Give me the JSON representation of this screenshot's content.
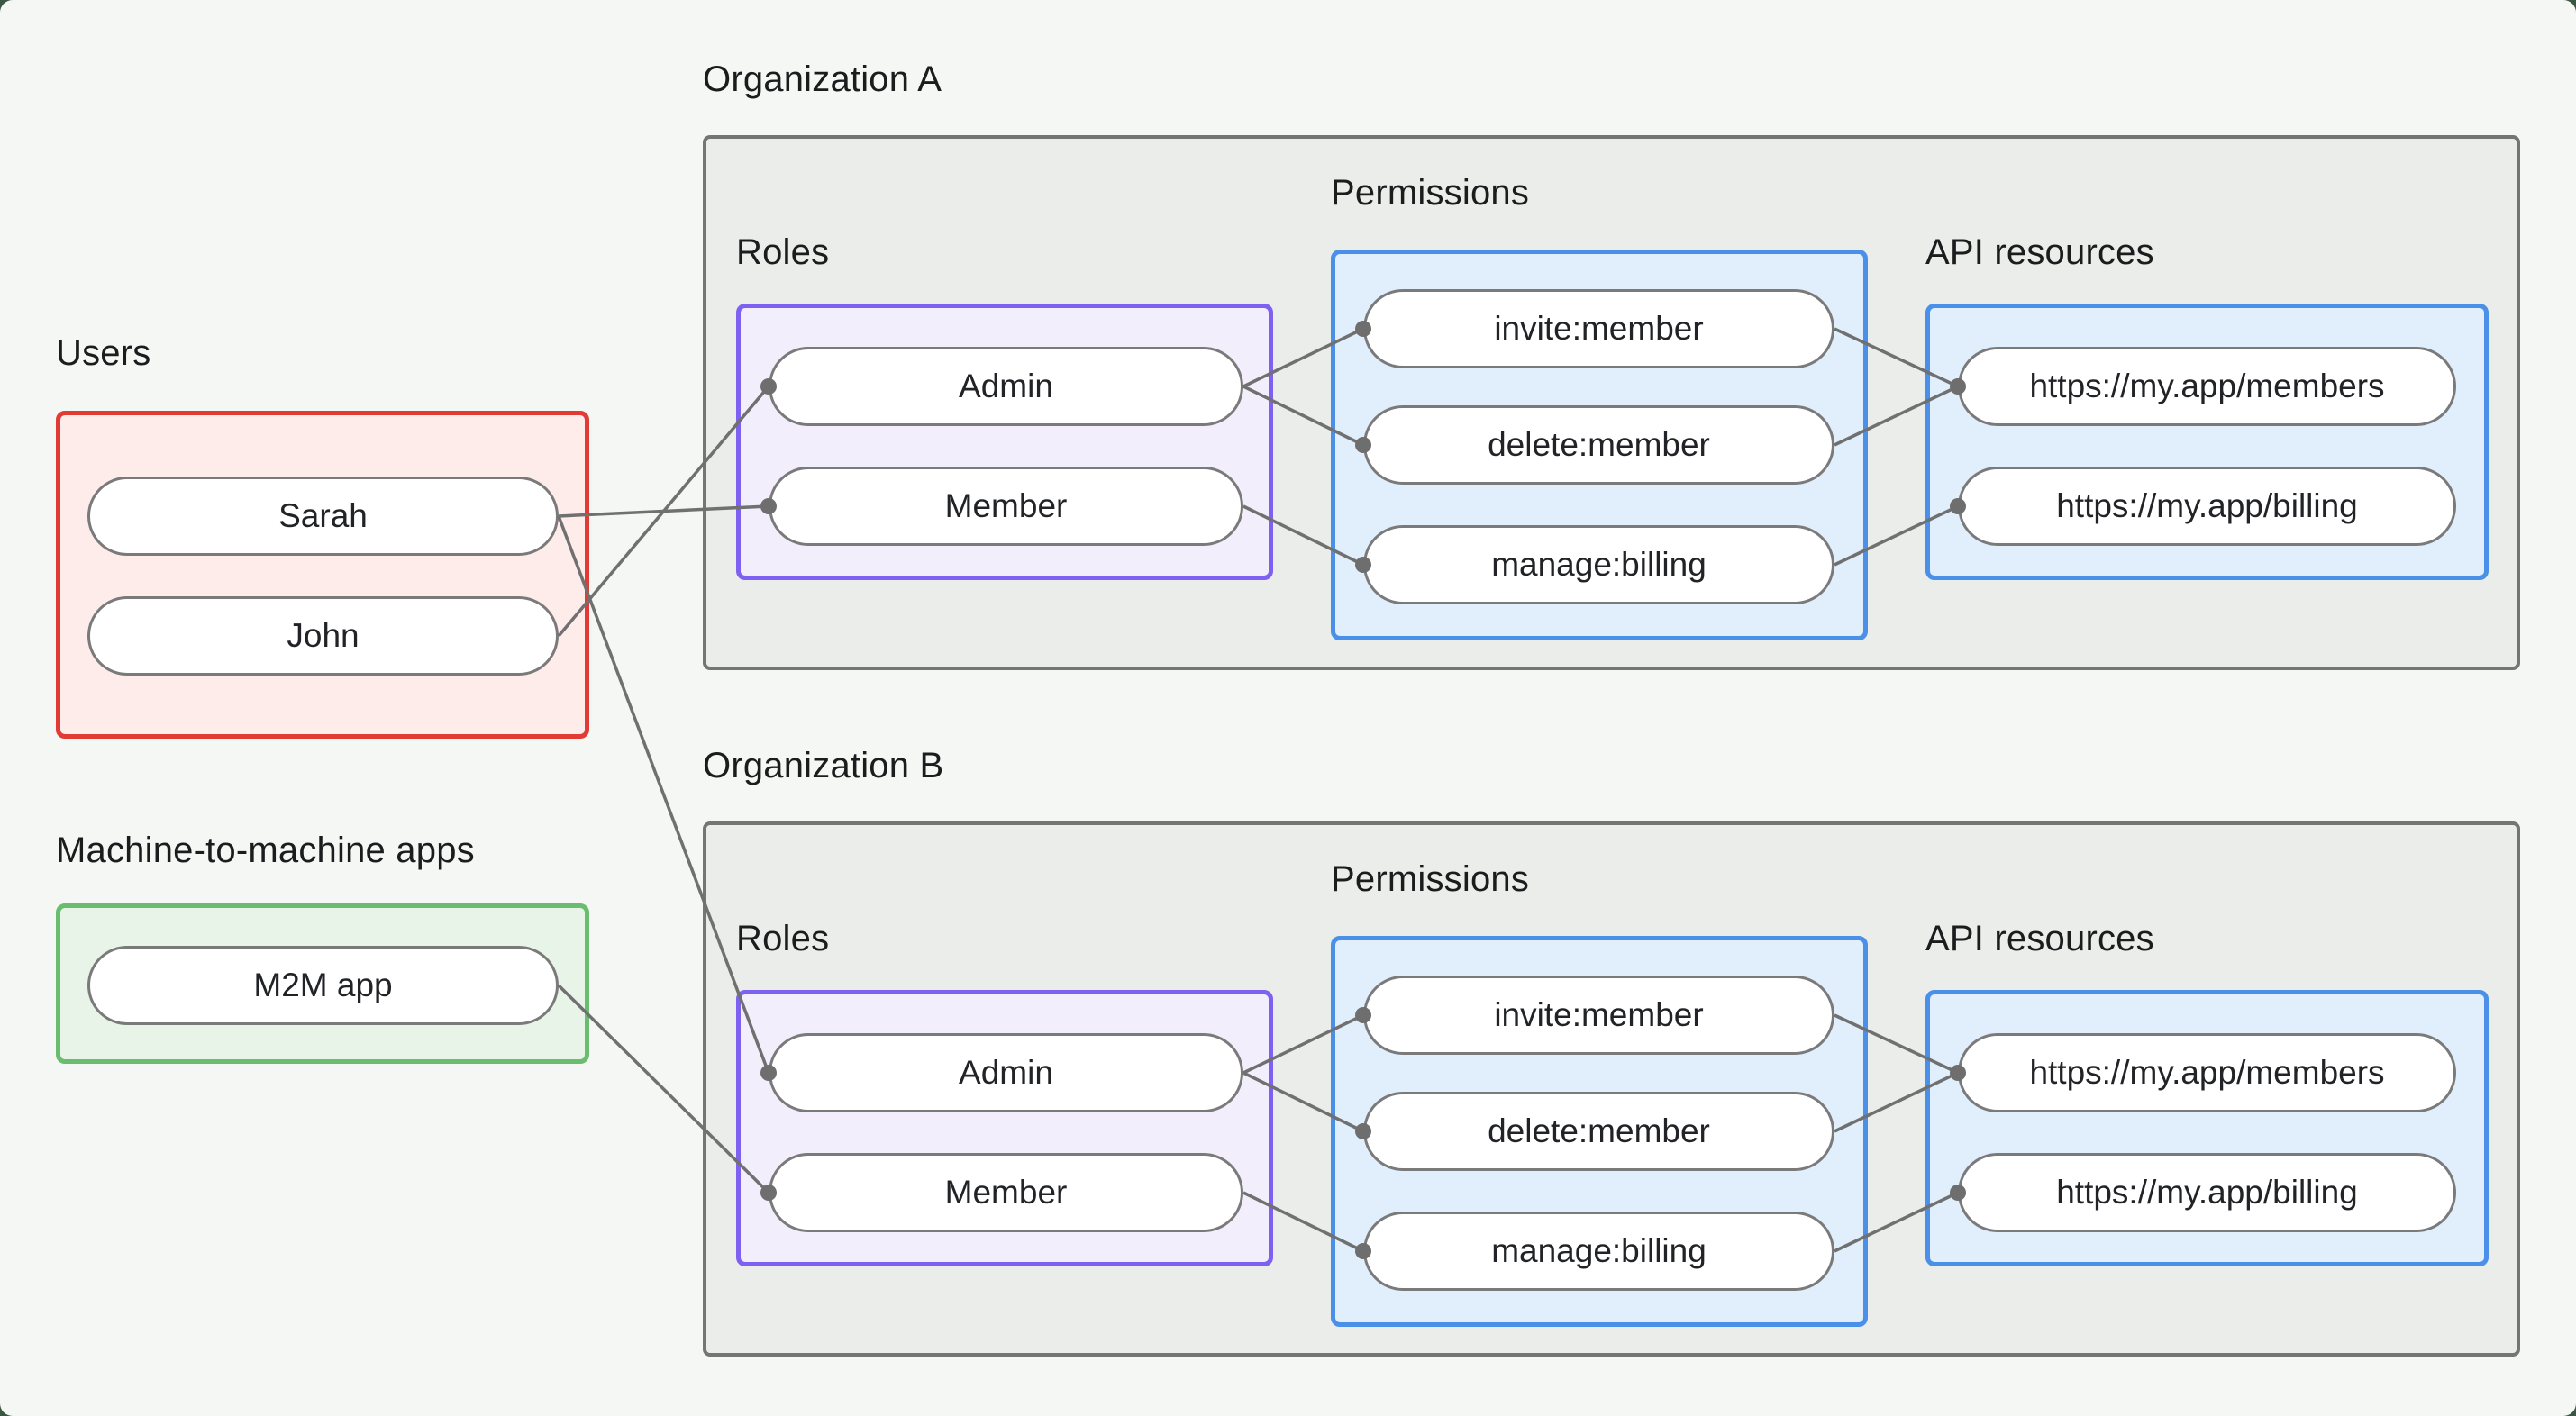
{
  "diagram": {
    "background_color": "#f5f7f5",
    "frame_outside_color": "#3a5743",
    "edge_line_color": "#707070",
    "edge_dot_color": "#6e6e6e",
    "users_group": {
      "label": "Users",
      "border_color": "#e23b35",
      "fill_color": "#fdecea",
      "nodes": [
        "Sarah",
        "John"
      ]
    },
    "m2m_group": {
      "label": "Machine-to-machine apps",
      "border_color": "#6abd6e",
      "fill_color": "#e8f4e8",
      "nodes": [
        "M2M app"
      ]
    },
    "organizations": [
      {
        "title": "Organization A",
        "roles": {
          "label": "Roles",
          "border_color": "#7e61f0",
          "fill_color": "#f3eefc",
          "nodes": [
            "Admin",
            "Member"
          ]
        },
        "permissions": {
          "label": "Permissions",
          "border_color": "#4a90e8",
          "fill_color": "#e1effc",
          "nodes": [
            "invite:member",
            "delete:member",
            "manage:billing"
          ]
        },
        "api": {
          "label": "API resources",
          "border_color": "#4a90e8",
          "fill_color": "#e1effc",
          "nodes": [
            "https://my.app/members",
            "https://my.app/billing"
          ]
        }
      },
      {
        "title": "Organization B",
        "roles": {
          "label": "Roles",
          "border_color": "#7e61f0",
          "fill_color": "#f3eefc",
          "nodes": [
            "Admin",
            "Member"
          ]
        },
        "permissions": {
          "label": "Permissions",
          "border_color": "#4a90e8",
          "fill_color": "#e1effc",
          "nodes": [
            "invite:member",
            "delete:member",
            "manage:billing"
          ]
        },
        "api": {
          "label": "API resources",
          "border_color": "#4a90e8",
          "fill_color": "#e1effc",
          "nodes": [
            "https://my.app/members",
            "https://my.app/billing"
          ]
        }
      }
    ],
    "edges": [
      {
        "from": "Sarah",
        "to": "Organization A / Member"
      },
      {
        "from": "John",
        "to": "Organization A / Admin"
      },
      {
        "from": "Sarah",
        "to": "Organization B / Admin"
      },
      {
        "from": "M2M app",
        "to": "Organization B / Member"
      },
      {
        "from": "Organization A / Admin",
        "to": "Organization A / invite:member"
      },
      {
        "from": "Organization A / Admin",
        "to": "Organization A / delete:member"
      },
      {
        "from": "Organization A / Member",
        "to": "Organization A / manage:billing"
      },
      {
        "from": "Organization A / invite:member",
        "to": "Organization A / https://my.app/members"
      },
      {
        "from": "Organization A / delete:member",
        "to": "Organization A / https://my.app/members"
      },
      {
        "from": "Organization A / manage:billing",
        "to": "Organization A / https://my.app/billing"
      },
      {
        "from": "Organization B / Admin",
        "to": "Organization B / invite:member"
      },
      {
        "from": "Organization B / Admin",
        "to": "Organization B / delete:member"
      },
      {
        "from": "Organization B / Member",
        "to": "Organization B / manage:billing"
      },
      {
        "from": "Organization B / invite:member",
        "to": "Organization B / https://my.app/members"
      },
      {
        "from": "Organization B / delete:member",
        "to": "Organization B / https://my.app/members"
      },
      {
        "from": "Organization B / manage:billing",
        "to": "Organization B / https://my.app/billing"
      }
    ]
  }
}
